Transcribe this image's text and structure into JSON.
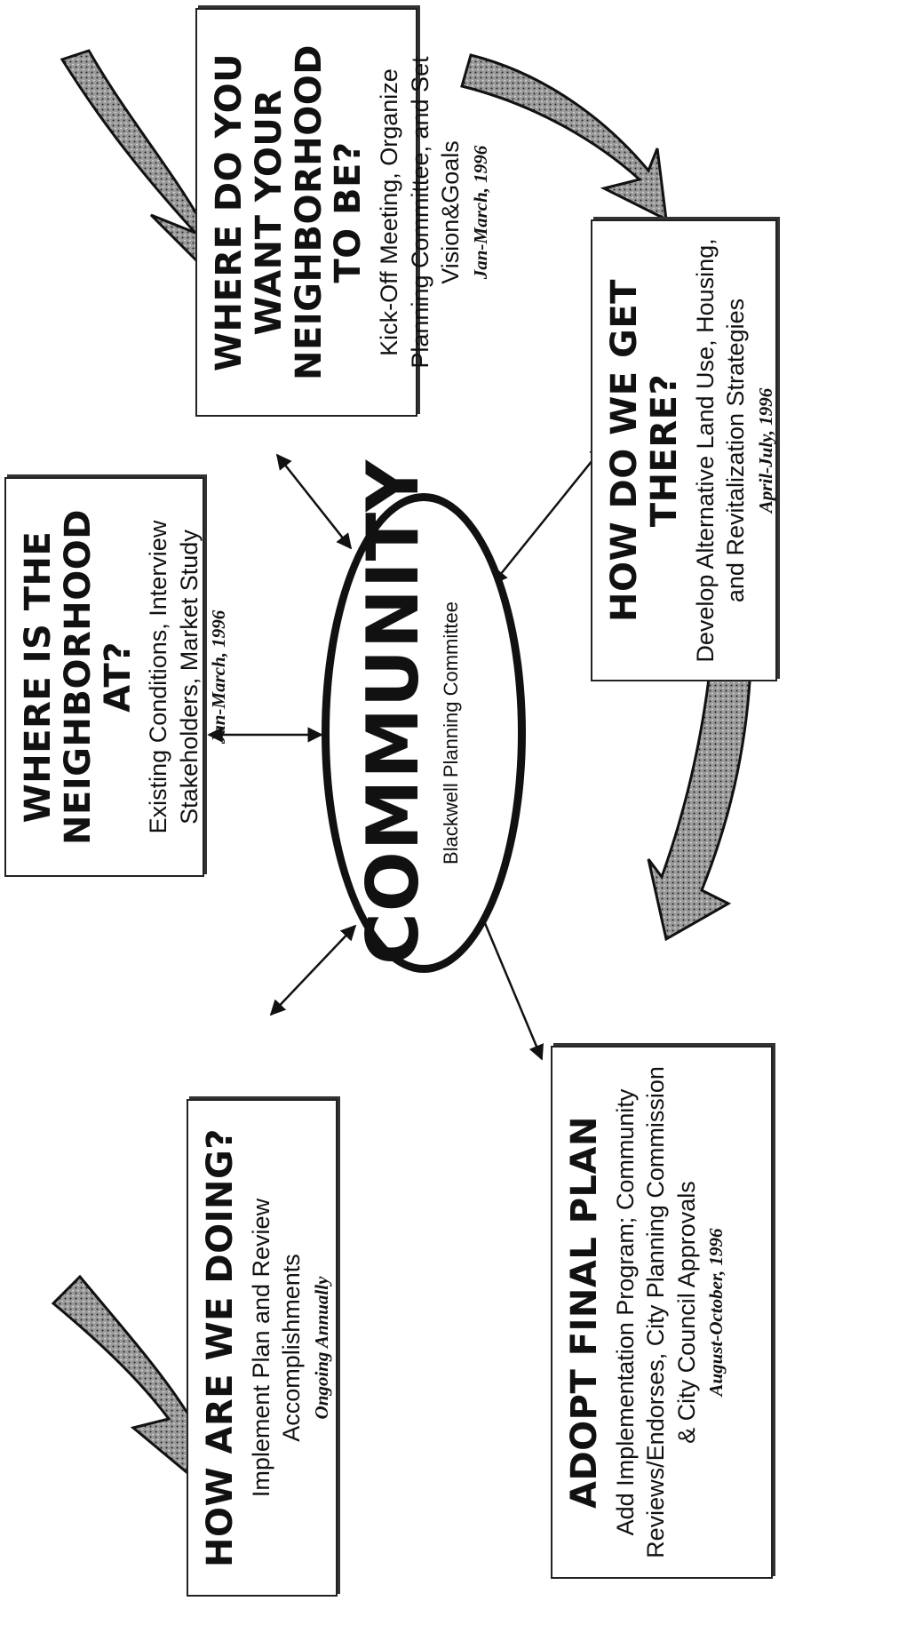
{
  "center": {
    "title": "COMMUNITY",
    "subtitle": "Blackwell Planning Committee"
  },
  "steps": {
    "where_at": {
      "title": "WHERE IS THE NEIGHBORHOOD AT?",
      "description": "Existing Conditions, Interview Stakeholders, Market Study",
      "date": "Jan-March, 1996"
    },
    "where_want": {
      "title": "WHERE DO YOU WANT YOUR NEIGHBORHOOD TO BE?",
      "description": "Kick-Off Meeting, Organize Planning Committee, and Set Vision&Goals",
      "date": "Jan-March, 1996"
    },
    "how_get": {
      "title": "HOW DO WE GET THERE?",
      "description": "Develop Alternative Land Use, Housing, and Revitalization Strategies",
      "date": "April-July, 1996"
    },
    "adopt": {
      "title": "ADOPT FINAL PLAN",
      "description": "Add Implementation Program; Community Reviews/Endorses, City Planning Commission & City Council Approvals",
      "date": "August-October, 1996"
    },
    "how_doing": {
      "title": "HOW ARE WE DOING?",
      "description": "Implement Plan and Review Accomplishments",
      "date": "Ongoing Annually"
    }
  },
  "colors": {
    "ink": "#111111",
    "arrow_fill": "#8a8a8a",
    "background": "#ffffff"
  }
}
